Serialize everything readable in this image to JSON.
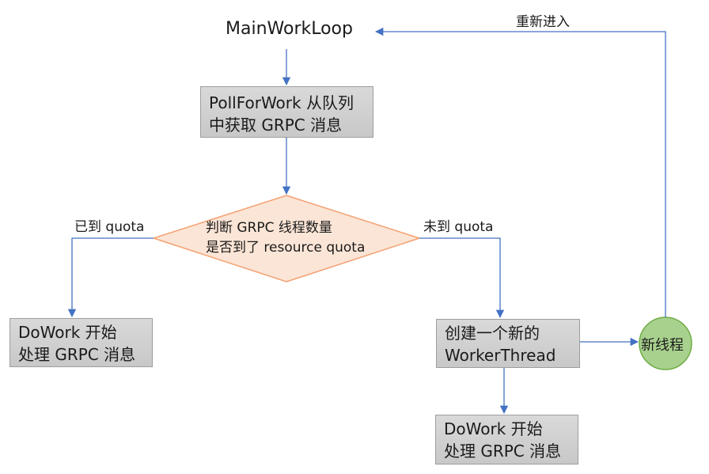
{
  "nodes": {
    "main_loop": "MainWorkLoop",
    "poll": [
      "PollForWork 从队列",
      "中获取 GRPC 消息"
    ],
    "decision": [
      "判断 GRPC 线程数量",
      "是否到了 resource quota"
    ],
    "dowork_left": [
      "DoWork 开始",
      "处理 GRPC 消息"
    ],
    "create_thread": [
      "创建一个新的",
      "WorkerThread"
    ],
    "new_thread": "新线程",
    "dowork_bottom": [
      "DoWork 开始",
      "处理 GRPC 消息"
    ]
  },
  "edges": {
    "reached": "已到 quota",
    "not_reached": "未到 quota",
    "reenter": "重新进入"
  },
  "colors": {
    "arrow": "#4472c4",
    "box_fill": "#d0d0d0",
    "diamond_fill": "#fbe5d6",
    "diamond_stroke": "#f4a070",
    "circle_fill": "#a9d18e",
    "circle_stroke": "#70ad47"
  }
}
